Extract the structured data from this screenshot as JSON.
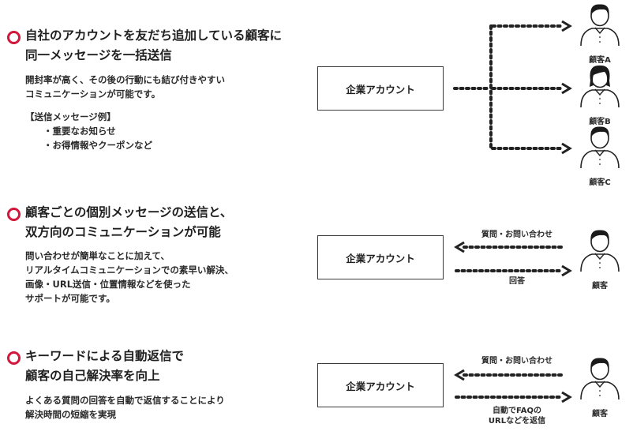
{
  "section1": {
    "heading_line1": "自社のアカウントを友だち追加している顧客に",
    "heading_line2": "同一メッセージを一括送信",
    "body_line1": "開封率が高く、その後の行動にも結び付きやすい",
    "body_line2": "コミュニケーションが可能です。",
    "example_title": "【送信メッセージ例】",
    "bullet1": "・重要なお知らせ",
    "bullet2": "・お得情報やクーポンなど",
    "box_label": "企業アカウント",
    "customer_a": "顧客A",
    "customer_b": "顧客B",
    "customer_c": "顧客C"
  },
  "section2": {
    "heading_line1": "顧客ごとの個別メッセージの送信と、",
    "heading_line2": "双方向のコミュニケーションが可能",
    "body_line1": "問い合わせが簡単なことに加えて、",
    "body_line2": "リアルタイムコミュニケーションでの素早い解決、",
    "body_line3": "画像・URL送信・位置情報などを使った",
    "body_line4": "サポートが可能です。",
    "box_label": "企業アカウント",
    "arrow_top_label": "質問・お問い合わせ",
    "arrow_bottom_label": "回答",
    "customer": "顧客"
  },
  "section3": {
    "heading_line1": "キーワードによる自動返信で",
    "heading_line2": "顧客の自己解決率を向上",
    "body_line1": "よくある質問の回答を自動で返信することにより",
    "body_line2": "解決時間の短縮を実現",
    "box_label": "企業アカウント",
    "arrow_top_label": "質問・お問い合わせ",
    "arrow_bottom_line1": "自動でFAQの",
    "arrow_bottom_line2": "URLなどを返信",
    "customer": "顧客"
  },
  "colors": {
    "accent": "#d2163c",
    "dot": "#222222"
  }
}
